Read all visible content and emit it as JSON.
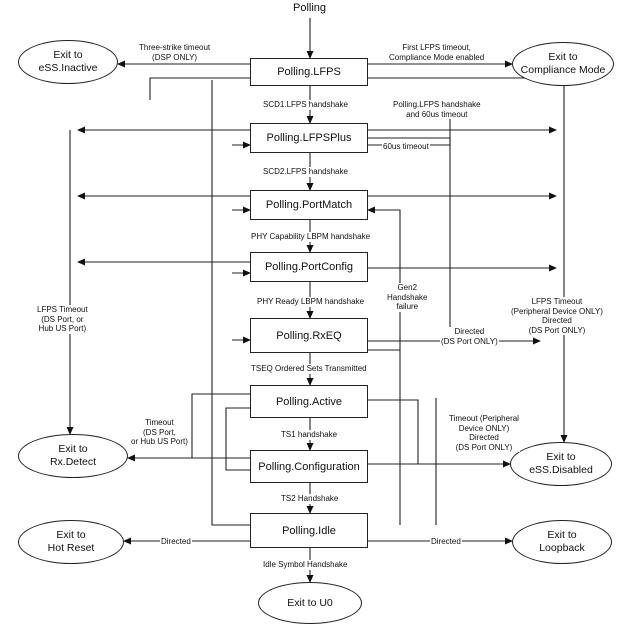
{
  "title": "Polling",
  "states": {
    "lfps": "Polling.LFPS",
    "lfpsplus": "Polling.LFPSPlus",
    "portmatch": "Polling.PortMatch",
    "portconfig": "Polling.PortConfig",
    "rxeq": "Polling.RxEQ",
    "active": "Polling.Active",
    "configuration": "Polling.Configuration",
    "idle": "Polling.Idle"
  },
  "exits": {
    "ess_inactive": [
      "Exit to",
      "eSS.Inactive"
    ],
    "compliance": [
      "Exit to",
      "Compliance Mode"
    ],
    "rx_detect": [
      "Exit to",
      "Rx.Detect"
    ],
    "ess_disabled": [
      "Exit to",
      "eSS.Disabled"
    ],
    "hot_reset": [
      "Exit to",
      "Hot Reset"
    ],
    "loopback": [
      "Exit to",
      "Loopback"
    ],
    "u0": [
      "Exit to U0"
    ]
  },
  "labels": {
    "three_strike": [
      "Three-strike timeout",
      "(DSP ONLY)"
    ],
    "first_lfps": [
      "First LFPS timeout,",
      "Compliance Mode enabled"
    ],
    "scd1": [
      "SCD1.LFPS handshake"
    ],
    "lfps_hs_60": [
      "Polling.LFPS handshake",
      "and  60us timeout"
    ],
    "t60us": [
      "60us timeout"
    ],
    "scd2": [
      "SCD2.LFPS handshake"
    ],
    "phy_cap": [
      "PHY Capability LBPM handshake"
    ],
    "phy_ready": [
      "PHY Ready LBPM handshake"
    ],
    "gen2": [
      "Gen2",
      "Handshake",
      "failure"
    ],
    "lfps_timeout_left": [
      "LFPS Timeout",
      "(DS Port, or",
      "Hub US Port)"
    ],
    "lfps_timeout_right": [
      "LFPS Timeout",
      "(Peripheral Device ONLY)",
      "Directed",
      "(DS Port ONLY)"
    ],
    "directed_rxeq": [
      "Directed",
      "(DS Port ONLY)"
    ],
    "tseq": [
      "TSEQ Ordered Sets Transmitted"
    ],
    "timeout_left": [
      "Timeout",
      "(DS Port,",
      "or Hub US Port)"
    ],
    "timeout_right": [
      "Timeout (Peripheral",
      "Device ONLY)",
      "Directed",
      "(DS Port ONLY)"
    ],
    "ts1": [
      "TS1 handshake"
    ],
    "ts2": [
      "TS2 Handshake"
    ],
    "directed_left": [
      "Directed"
    ],
    "directed_right": [
      "Directed"
    ],
    "idle_symbol": [
      "Idle Symbol Handshake"
    ]
  }
}
